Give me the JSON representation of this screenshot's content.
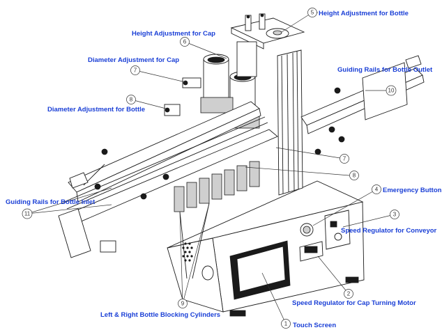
{
  "labels": {
    "l1": "Touch Screen",
    "l2": "Speed Regulator for Cap Turning Motor",
    "l3": "Speed Regulator for Conveyor",
    "l4": "Emergency Button",
    "l5": "Height Adjustment for Bottle",
    "l6": "Height Adjustment for Cap",
    "l7": "Diameter Adjustment for Cap",
    "l8": "Diameter Adjustment for Bottle",
    "l9": "Left & Right Bottle Blocking Cylinders",
    "l10": "Guiding Rails for Bottle Outlet",
    "l11": "Guiding Rails for Bottle Inlet"
  },
  "callouts": {
    "n1": "1",
    "n2": "2",
    "n3": "3",
    "n4": "4",
    "n5": "5",
    "n6": "6",
    "n7": "7",
    "n7b": "7",
    "n8": "8",
    "n8b": "8",
    "n9": "9",
    "n10": "10",
    "n11": "11"
  },
  "colors": {
    "label": "#1a3fd6",
    "line": "#1a1a1a"
  }
}
